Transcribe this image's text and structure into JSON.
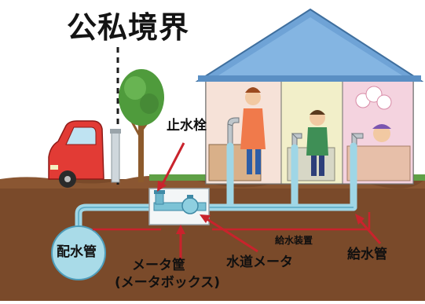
{
  "title": "公私境界",
  "labels": {
    "stop_valve": "止水栓",
    "distribution_main": "配水管",
    "meter_box_line1": "メータ筐",
    "meter_box_line2": "(メータボックス)",
    "water_meter": "水道メータ",
    "supply_equipment": "給水装置",
    "service_pipe": "給水管"
  },
  "icons": [
    "house-icon",
    "car-icon",
    "tree-icon",
    "street-pole-icon",
    "faucet-icon",
    "person-icon"
  ],
  "colors": {
    "sky": "#ffffff",
    "soil": "#7a4a2a",
    "pipe": "#9fd6e6",
    "roof": "#6fa3d6",
    "house_wall": "#f3d9e4",
    "grass": "#5fa046",
    "car": "#e23b35",
    "boundary_line": "#c9232c"
  }
}
